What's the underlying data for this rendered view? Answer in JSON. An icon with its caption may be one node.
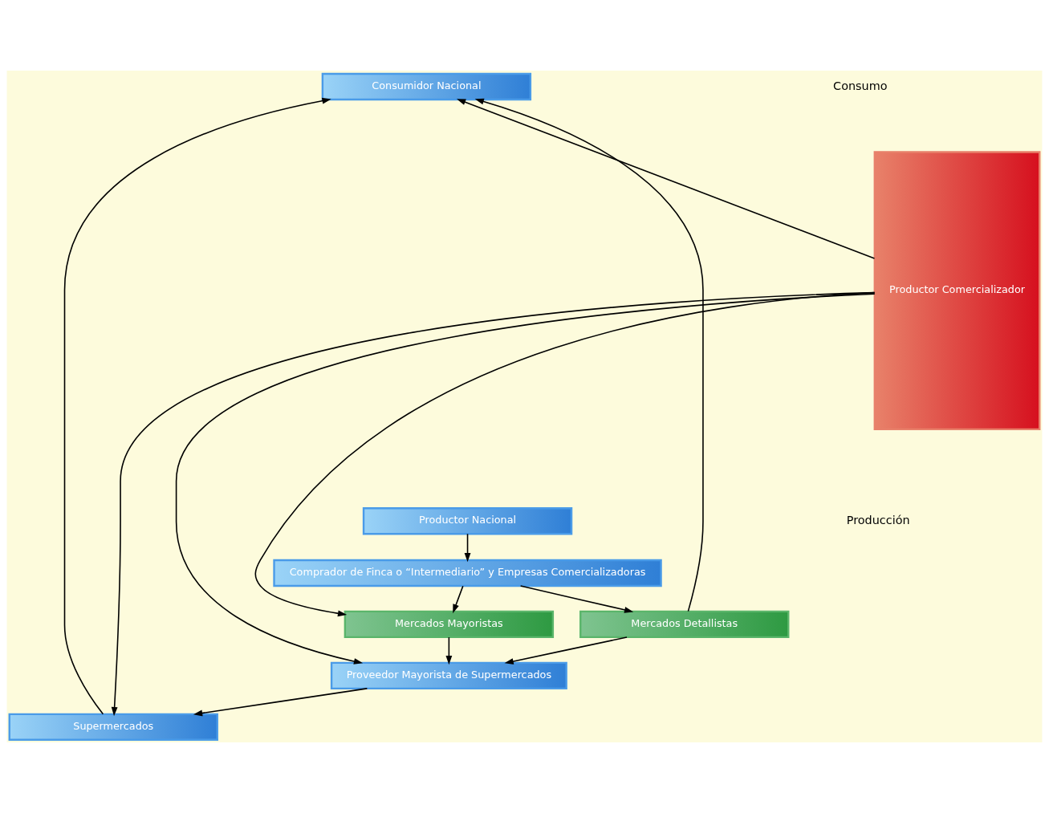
{
  "diagram": {
    "nodes": [
      {
        "text": [
          "Consumidor Nacional"
        ]
      },
      {
        "text": [
          "Supermercados"
        ]
      },
      {
        "text": [
          "Proveedor Mayorista de Supermercados"
        ]
      },
      {
        "text": [
          "Productor Comercializador"
        ]
      },
      {
        "text": [
          "Mercados Mayoristas"
        ]
      },
      {
        "text": [
          "Mercados Detallistas"
        ]
      },
      {
        "text": [
          "Comprador de Finca o “Intermediario” y Empresas Comercializadoras"
        ]
      },
      {
        "text": [
          "Productor Nacional"
        ]
      }
    ],
    "edges": [
      {
        "from": 3,
        "to": 0,
        "arrow": "to"
      },
      {
        "from": 1,
        "to": 0,
        "arrow": "to"
      },
      {
        "from": 2,
        "to": 1,
        "arrow": "to"
      },
      {
        "from": 3,
        "to": 1,
        "arrow": "to"
      },
      {
        "from": 3,
        "to": 2,
        "arrow": "to"
      },
      {
        "from": 3,
        "to": 4,
        "arrow": "to"
      },
      {
        "from": 4,
        "to": 2,
        "arrow": "to"
      },
      {
        "from": 5,
        "to": 2,
        "arrow": "to"
      },
      {
        "from": 5,
        "to": 0,
        "arrow": "to"
      },
      {
        "from": 6,
        "to": 4,
        "arrow": "to"
      },
      {
        "from": 6,
        "to": 5,
        "arrow": "to"
      },
      {
        "from": 7,
        "to": 6,
        "arrow": "to"
      }
    ],
    "labels": [
      "Consumo",
      "Producción"
    ]
  }
}
